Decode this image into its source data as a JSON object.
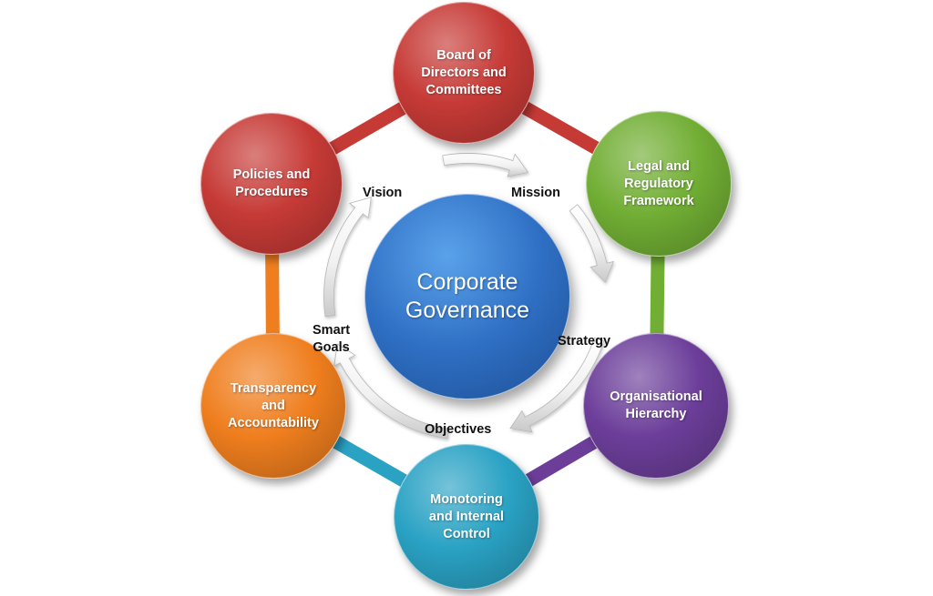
{
  "center": {
    "label": "Corporate\nGovernance",
    "color": "#2f6fc4"
  },
  "nodes": [
    {
      "id": "board",
      "label": "Board of\nDirectors and\nCommittees",
      "color": "#c63a36",
      "icon": "circle-node"
    },
    {
      "id": "legal",
      "label": "Legal and\nRegulatory\nFramework",
      "color": "#71ae34",
      "icon": "circle-node"
    },
    {
      "id": "hierarchy",
      "label": "Organisational\nHierarchy",
      "color": "#6c3e9a",
      "icon": "circle-node"
    },
    {
      "id": "monitoring",
      "label": "Monotoring\nand Internal\nControl",
      "color": "#2aa2c4",
      "icon": "circle-node"
    },
    {
      "id": "transparency",
      "label": "Transparency\nand\nAccountability",
      "color": "#ef7e1e",
      "icon": "circle-node"
    },
    {
      "id": "policies",
      "label": "Policies and\nProcedures",
      "color": "#c63a36",
      "icon": "circle-node"
    }
  ],
  "ring_segments": [
    {
      "from": "board",
      "to": "legal",
      "color": "#c63a36"
    },
    {
      "from": "legal",
      "to": "hierarchy",
      "color": "#71ae34"
    },
    {
      "from": "hierarchy",
      "to": "monitoring",
      "color": "#6c3e9a"
    },
    {
      "from": "monitoring",
      "to": "transparency",
      "color": "#2aa2c4"
    },
    {
      "from": "transparency",
      "to": "policies",
      "color": "#ef7e1e"
    },
    {
      "from": "policies",
      "to": "board",
      "color": "#c63a36"
    }
  ],
  "cycle_steps": [
    {
      "id": "vision",
      "label": "Vision"
    },
    {
      "id": "mission",
      "label": "Mission"
    },
    {
      "id": "strategy",
      "label": "Strategy"
    },
    {
      "id": "objectives",
      "label": "Objectives"
    },
    {
      "id": "smart-goals",
      "label": "Smart\nGoals"
    }
  ],
  "arrow_icon": "curved-arrow-icon"
}
